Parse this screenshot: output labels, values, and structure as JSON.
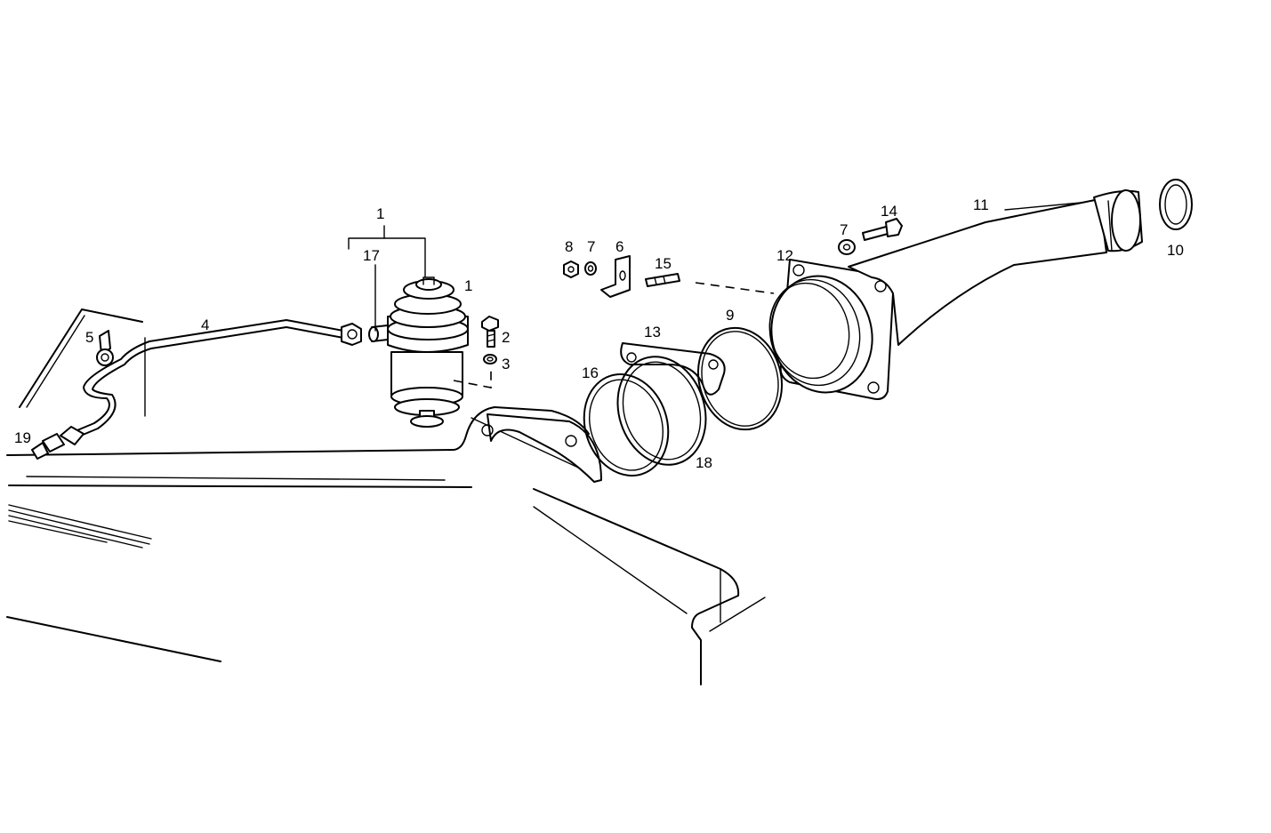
{
  "callouts": {
    "c1_top": "1",
    "c1_side": "1",
    "c2": "2",
    "c3": "3",
    "c4": "4",
    "c5": "5",
    "c6": "6",
    "c7_left": "7",
    "c7_right": "7",
    "c8": "8",
    "c9": "9",
    "c10": "10",
    "c11": "11",
    "c12": "12",
    "c13": "13",
    "c14": "14",
    "c15": "15",
    "c16": "16",
    "c17": "17",
    "c18": "18",
    "c19": "19"
  }
}
